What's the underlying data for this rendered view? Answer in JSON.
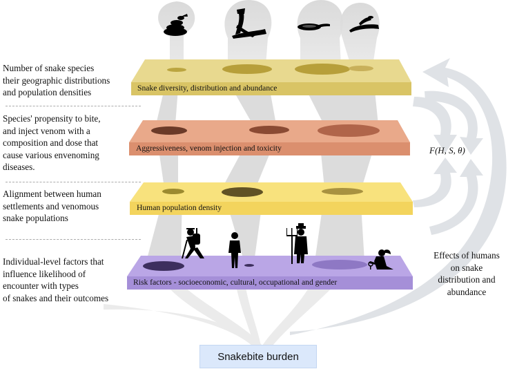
{
  "left_descriptions": [
    "Number of snake species\ntheir geographic distributions\nand population densities",
    "Species' propensity to bite,\nand inject venom with a\ncomposition and dose that\ncause various envenoming\ndiseases.",
    "Alignment between human\nsettlements and venomous\nsnake populations",
    "Individual-level factors that\ninfluence likelihood of\nencounter with types\nof snakes and their outcomes"
  ],
  "layers": [
    {
      "label": "Snake diversity, distribution and abundance",
      "color": "#d9c465"
    },
    {
      "label": "Aggressiveness, venom injection and toxicity",
      "color": "#db8f6e"
    },
    {
      "label": "Human population density",
      "color": "#f3d45d"
    },
    {
      "label": "Risk factors - socioeconomic, cultural, occupational and gender",
      "color": "#a58fd8"
    }
  ],
  "formula": "F(H, S, θ)",
  "effects_text": "Effects of humans\non snake\ndistribution and\nabundance",
  "outcome": "Snakebite burden",
  "icons": [
    "coiled-snake-icon",
    "rising-snake-icon",
    "resting-snake-icon",
    "crawling-snake-icon",
    "hiker-icon",
    "businessman-icon",
    "farmer-with-pitchfork-icon",
    "gardener-icon"
  ]
}
